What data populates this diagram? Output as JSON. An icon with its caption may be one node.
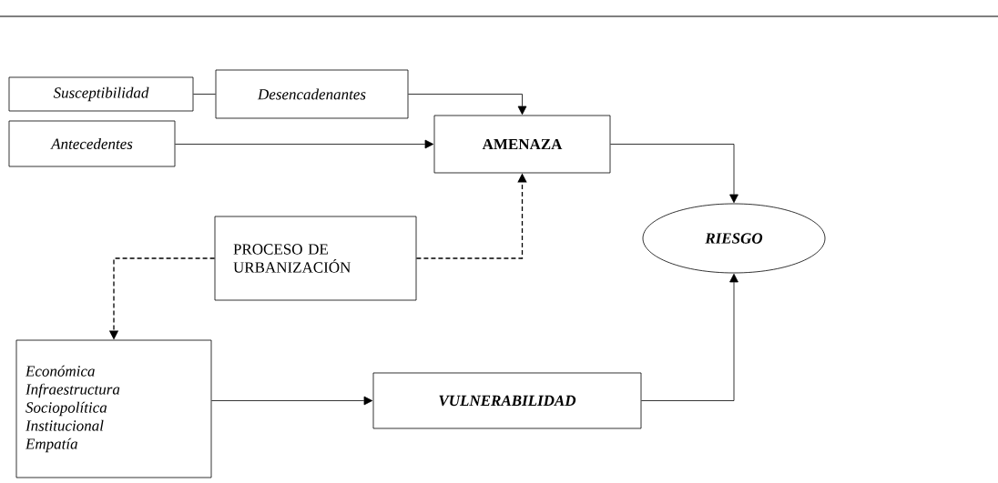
{
  "diagram": {
    "nodes": [
      {
        "text": [
          "Susceptibilidad"
        ]
      },
      {
        "text": [
          "Desencadenantes"
        ]
      },
      {
        "text": [
          "Antecedentes"
        ]
      },
      {
        "text": [
          "AMENAZA"
        ]
      },
      {
        "text": [
          "PROCESO DE URBANIZACIÓN"
        ]
      },
      {
        "text": [
          "RIESGO"
        ]
      },
      {
        "text": [
          "Económica",
          "Infraestructura",
          "Sociopolítica",
          "Institucional",
          "Empatía"
        ]
      },
      {
        "text": [
          "VULNERABILIDAD"
        ]
      }
    ],
    "edges": [
      {
        "from": 0,
        "to": 1,
        "arrow": "none"
      },
      {
        "from": 1,
        "to": 3,
        "arrow": "to"
      },
      {
        "from": 2,
        "to": 3,
        "arrow": "to"
      },
      {
        "from": 3,
        "to": 5,
        "arrow": "to"
      },
      {
        "from": 4,
        "to": 3,
        "arrow": "to",
        "style": "dashed"
      },
      {
        "from": 4,
        "to": 6,
        "arrow": "to",
        "style": "dashed"
      },
      {
        "from": 6,
        "to": 7,
        "arrow": "to"
      },
      {
        "from": 7,
        "to": 5,
        "arrow": "to"
      }
    ]
  }
}
